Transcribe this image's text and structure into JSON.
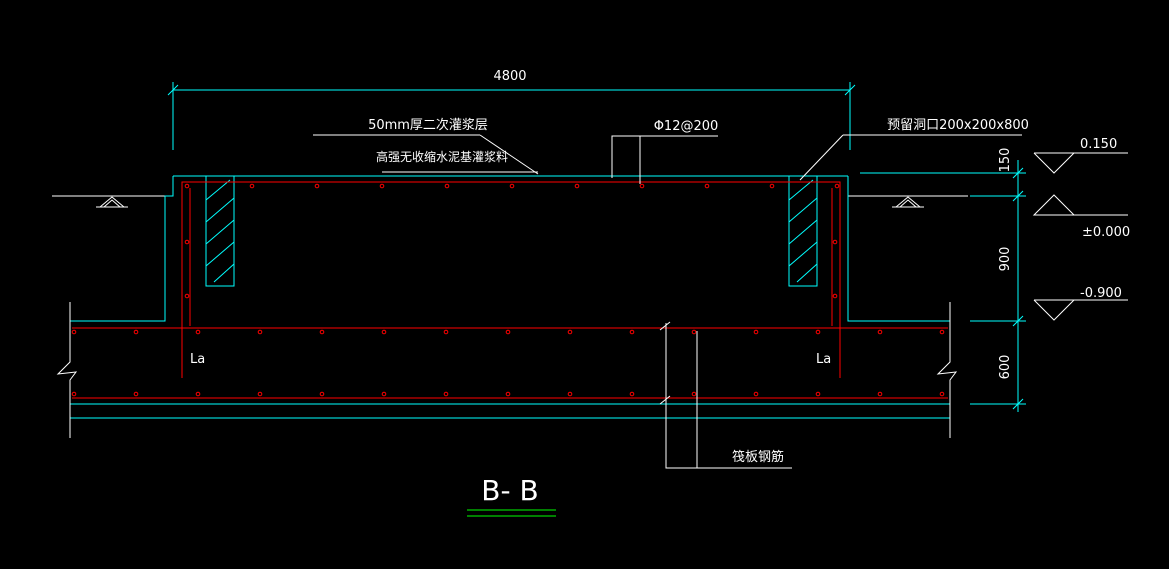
{
  "drawing": {
    "section_title": "B- B",
    "overall_dimension": "4800",
    "colors": {
      "background": "#000000",
      "outline": "#00ffff",
      "rebar": "#ff0000",
      "leader": "#ffffff",
      "title_underline": "#00ff00"
    }
  },
  "annotations": {
    "grout_layer": "50mm厚二次灌浆层",
    "grout_material": "高强无收缩水泥基灌浆料",
    "rebar_spec": "Φ12@200",
    "reserved_hole": "预留洞口200x200x800",
    "raft_rebar": "筏板钢筋",
    "anchor_left": "La",
    "anchor_right": "La"
  },
  "vertical_dimensions": [
    "150",
    "900",
    "600"
  ],
  "elevations": [
    "0.150",
    "±0.000",
    "-0.900"
  ]
}
